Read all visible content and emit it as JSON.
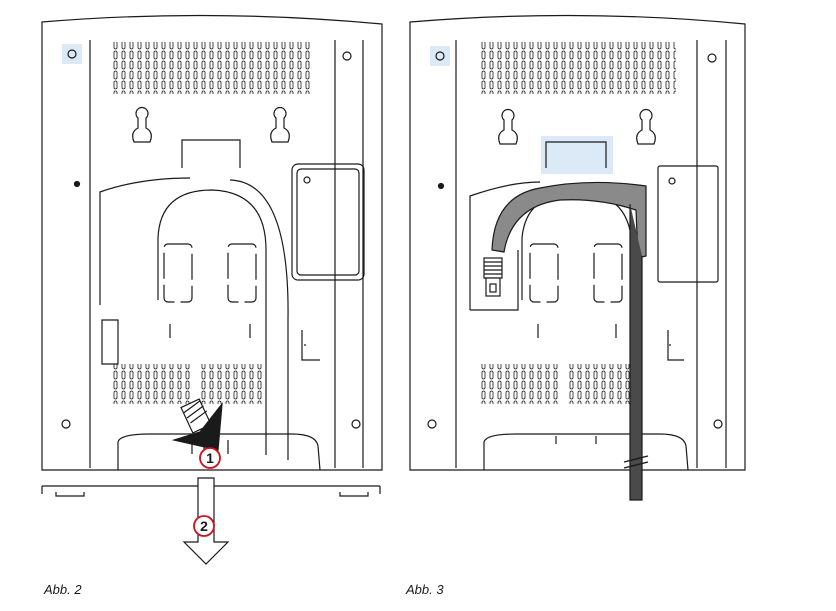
{
  "figures": [
    {
      "caption": "Abb. 2",
      "markers": [
        "1",
        "2"
      ]
    },
    {
      "caption": "Abb. 3"
    }
  ],
  "colors": {
    "line": "#1a1a1a",
    "highlight": "#dceaf8",
    "marker_ring": "#d0101a",
    "cable": "#7a7a7a"
  },
  "icons": [
    "keyhole-slot-icon",
    "screw-hole-icon",
    "rj45-plug-icon",
    "arrow-down-icon"
  ]
}
